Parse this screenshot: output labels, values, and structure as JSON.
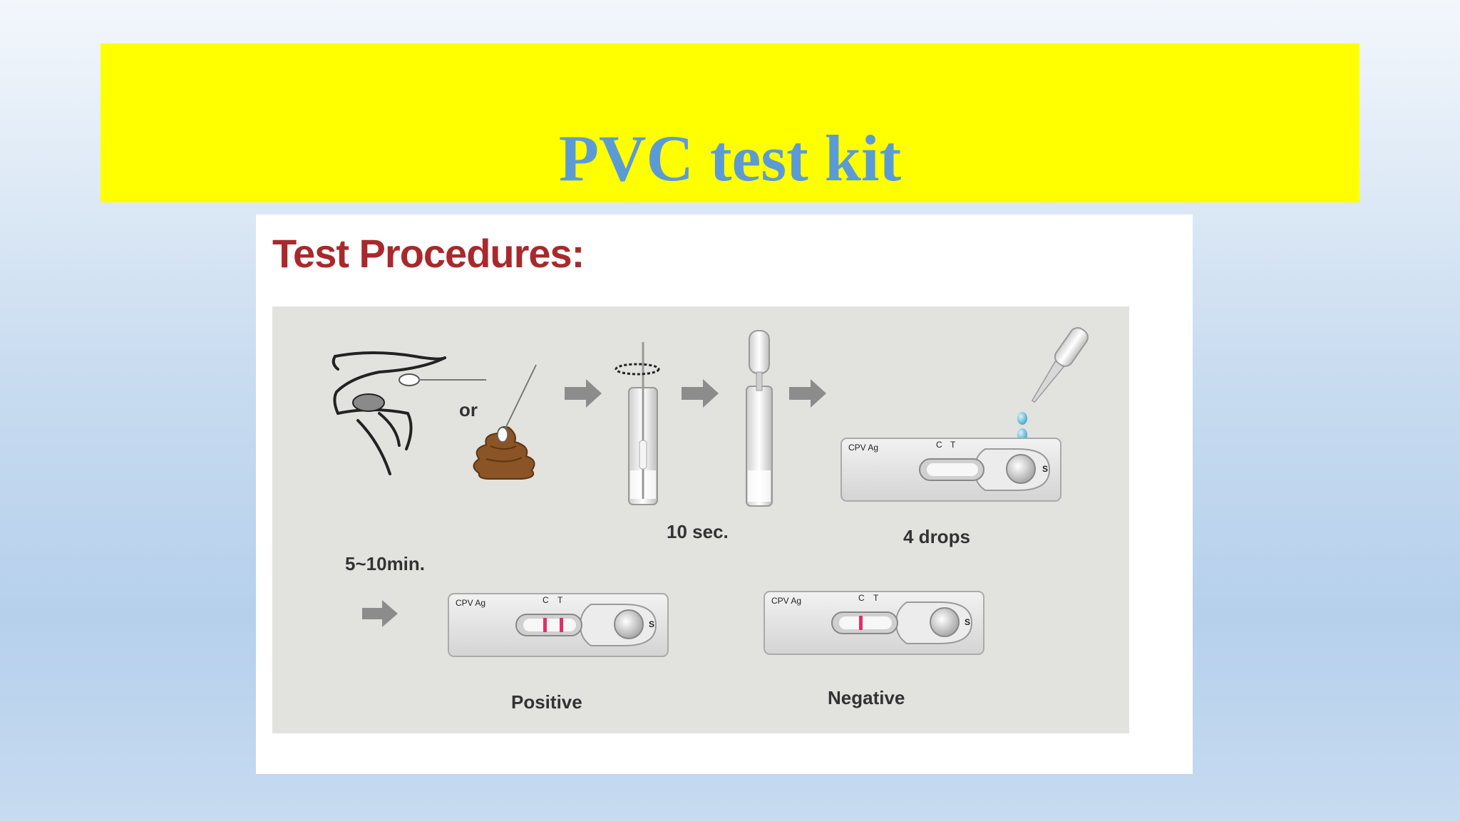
{
  "slide": {
    "title": "PVC test kit"
  },
  "figure": {
    "heading": "Test Procedures:",
    "step1_or": "or",
    "step3_time": "10 sec.",
    "step4_drops": "4 drops",
    "wait_time": "5~10min.",
    "result_positive": "Positive",
    "result_negative": "Negative",
    "cassette_brand": "CPV Ag",
    "cassette_c": "C",
    "cassette_t": "T",
    "cassette_s": "S"
  },
  "colors": {
    "banner": "#ffff00",
    "title": "#5b9bd5",
    "heading": "#a8292c",
    "line_red": "#e0306a",
    "drop_blue": "#5ab8d8",
    "feces_brown": "#8a5426"
  }
}
